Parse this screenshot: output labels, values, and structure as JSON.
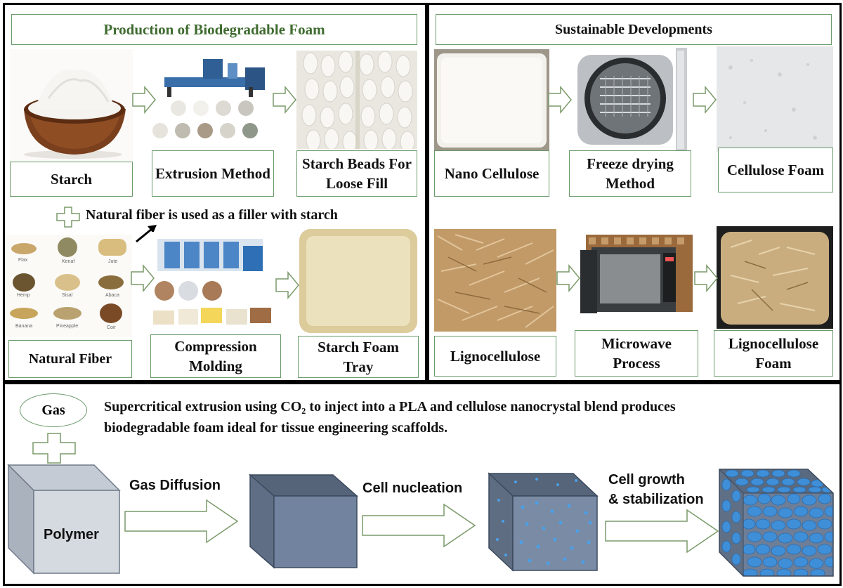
{
  "sections": {
    "production": {
      "title": "Production of Biodegradable Foam",
      "row1": [
        "Starch",
        "Extrusion Method",
        "Starch Beads For Loose Fill"
      ],
      "filler_note": "Natural fiber is used as a filler with starch",
      "row2": [
        "Natural Fiber",
        "Compression Molding",
        "Starch Foam Tray"
      ]
    },
    "sustainable": {
      "title": "Sustainable Developments",
      "row1": [
        "Nano Cellulose",
        "Freeze drying Method",
        "Cellulose Foam"
      ],
      "row2": [
        "Lignocellulose",
        "Microwave Process",
        "Lignocellulose Foam"
      ]
    },
    "supercritical": {
      "gas_label": "Gas",
      "description_line1": "Supercritical extrusion using CO₂ to inject into a PLA and cellulose nanocrystal blend produces",
      "description_line2": "biodegradable foam ideal for tissue engineering scaffolds.",
      "polymer_label": "Polymer",
      "steps": [
        "Gas Diffusion",
        "Cell nucleation",
        "Cell growth",
        "& stabilization"
      ]
    }
  },
  "fiber_labels": [
    "Flax",
    "Kenaf",
    "Jute",
    "Hemp",
    "Sisal",
    "Abaca",
    "Banana",
    "Pineapple",
    "Coir"
  ],
  "colors": {
    "border": "#000000",
    "box_border": "#6a9a6a",
    "title_green": "#3f6b2f",
    "arrow_fill": "#ffffff",
    "arrow_stroke": "#7a9a6a",
    "cube_light": "#d3d8e0",
    "cube_dark": "#6b7a90",
    "bubble": "#3a8fd8"
  }
}
